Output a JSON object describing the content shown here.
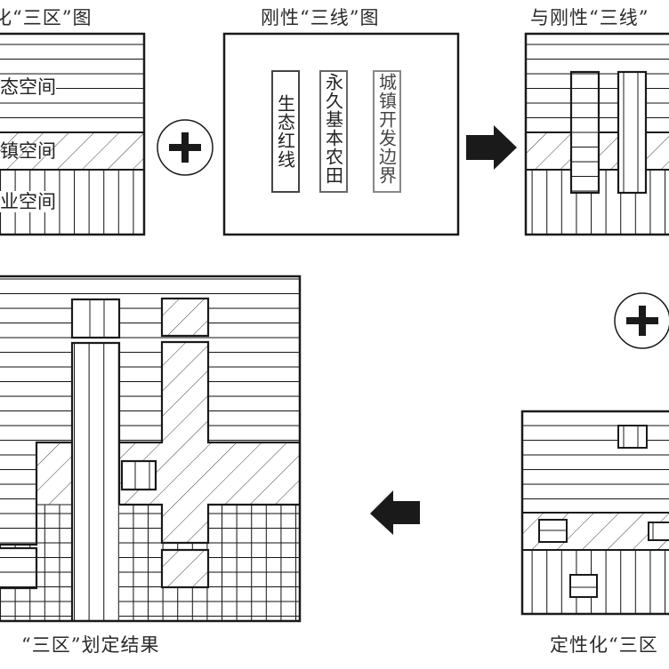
{
  "panels": {
    "top_left": {
      "caption": "化“三区”图",
      "zones": [
        {
          "label": "态空间",
          "pattern": "horizontal",
          "meaning": "ecological"
        },
        {
          "label": "镇空间",
          "pattern": "diagonal",
          "meaning": "urban"
        },
        {
          "label": "业空间",
          "pattern": "vertical",
          "meaning": "agricultural"
        }
      ]
    },
    "top_middle": {
      "caption": "刚性“三线”图",
      "lines": [
        {
          "label": "生态红线",
          "pattern": "horizontal"
        },
        {
          "label": "永久基本农田",
          "pattern": "vertical"
        },
        {
          "label": "城镇开发边界",
          "pattern": "diagonal"
        }
      ]
    },
    "top_right": {
      "caption": "与刚性“三线”"
    },
    "bottom_right": {
      "caption": "定性化“三区"
    },
    "bottom_left": {
      "caption": "“三区”划定结果"
    }
  },
  "operators": {
    "plus_1": {
      "icon": "plus-circle-icon"
    },
    "arrow_right": {
      "icon": "arrow-right-icon"
    },
    "plus_2": {
      "icon": "plus-circle-icon"
    },
    "arrow_left": {
      "icon": "arrow-left-icon"
    }
  },
  "colors": {
    "line": "#1a1a1a",
    "background": "#ffffff"
  }
}
